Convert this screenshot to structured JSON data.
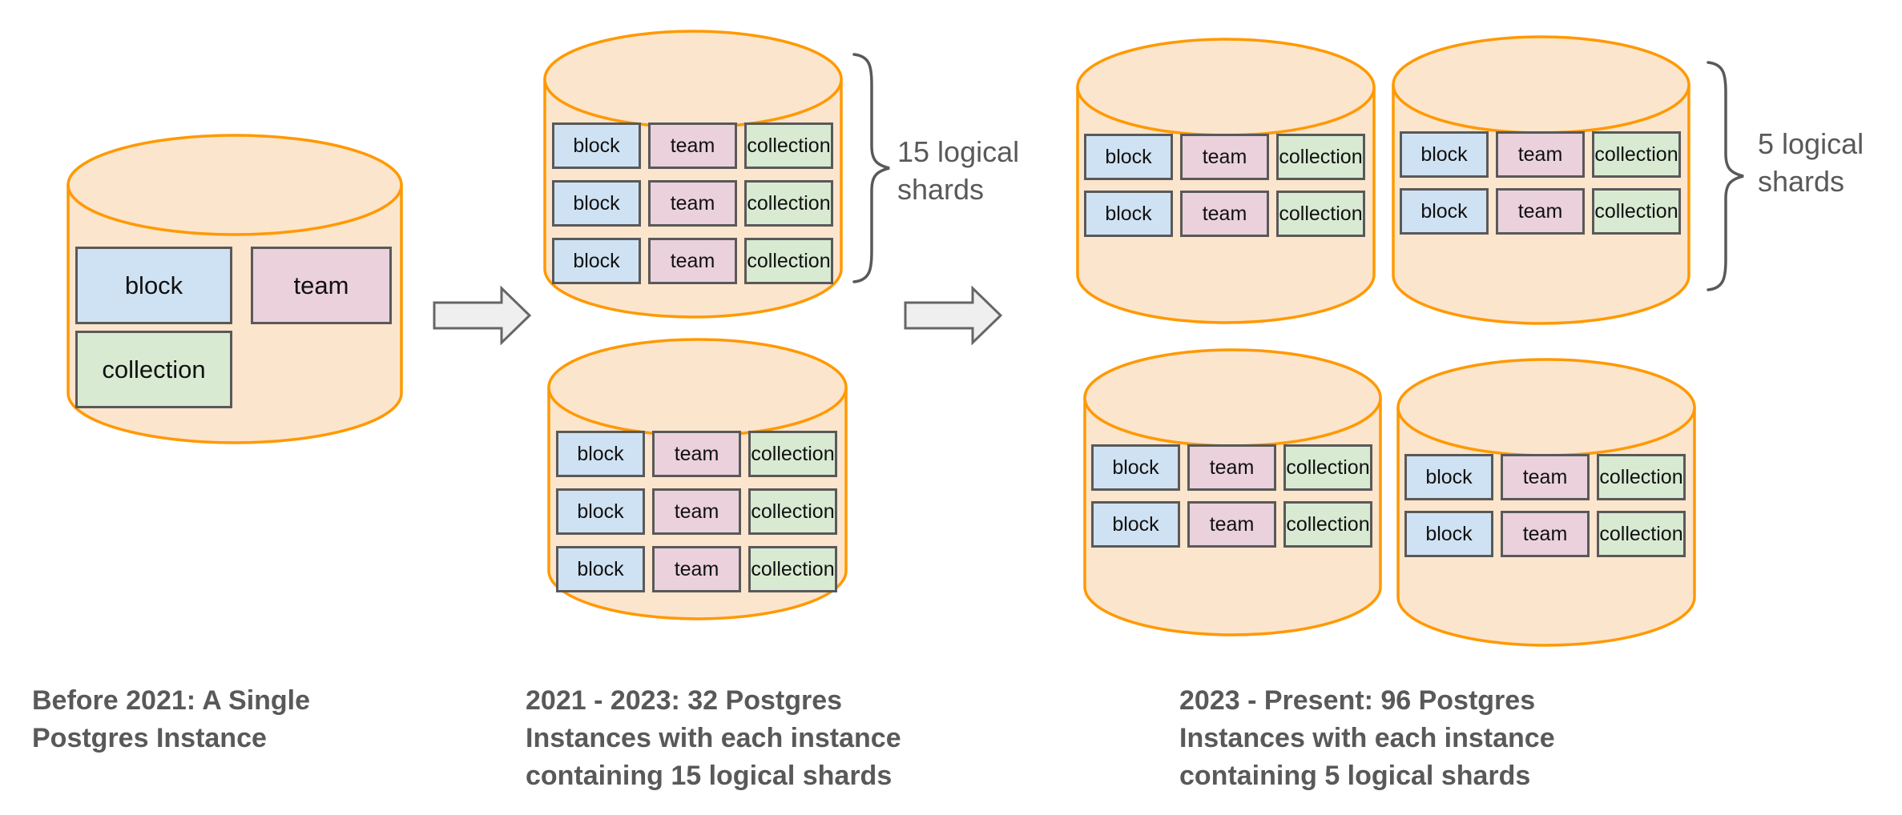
{
  "tables": {
    "block": "block",
    "team": "team",
    "collection": "collection"
  },
  "colors": {
    "cylinder_fill": "#fce5cd",
    "cylinder_stroke": "#ff9900",
    "block_fill": "#cfe2f3",
    "team_fill": "#ead1dc",
    "collection_fill": "#d9ead3",
    "box_border": "#595959",
    "arrow_fill": "#efefef",
    "arrow_border": "#666666",
    "text_gray": "#595959"
  },
  "stages": [
    {
      "id": "before-2021",
      "caption_lines": [
        "Before 2021: A Single",
        "Postgres Instance"
      ],
      "cylinders": [
        {
          "rows": [
            [
              "block",
              "team"
            ],
            [
              "collection"
            ]
          ]
        }
      ]
    },
    {
      "id": "2021-2023",
      "caption_lines": [
        "2021 - 2023: 32 Postgres",
        "Instances with each instance",
        "containing 15 logical shards"
      ],
      "shard_label_lines": [
        "15 logical",
        "shards"
      ],
      "cylinders": [
        {
          "rows": [
            [
              "block",
              "team",
              "collection"
            ],
            [
              "block",
              "team",
              "collection"
            ],
            [
              "block",
              "team",
              "collection"
            ]
          ]
        },
        {
          "rows": [
            [
              "block",
              "team",
              "collection"
            ],
            [
              "block",
              "team",
              "collection"
            ],
            [
              "block",
              "team",
              "collection"
            ]
          ]
        }
      ]
    },
    {
      "id": "2023-present",
      "caption_lines": [
        "2023 - Present: 96 Postgres",
        "Instances with each instance",
        "containing 5 logical shards"
      ],
      "shard_label_lines": [
        "5 logical",
        "shards"
      ],
      "cylinders": [
        {
          "rows": [
            [
              "block",
              "team",
              "collection"
            ],
            [
              "block",
              "team",
              "collection"
            ]
          ]
        },
        {
          "rows": [
            [
              "block",
              "team",
              "collection"
            ],
            [
              "block",
              "team",
              "collection"
            ]
          ]
        },
        {
          "rows": [
            [
              "block",
              "team",
              "collection"
            ],
            [
              "block",
              "team",
              "collection"
            ]
          ]
        },
        {
          "rows": [
            [
              "block",
              "team",
              "collection"
            ],
            [
              "block",
              "team",
              "collection"
            ]
          ]
        }
      ]
    }
  ]
}
